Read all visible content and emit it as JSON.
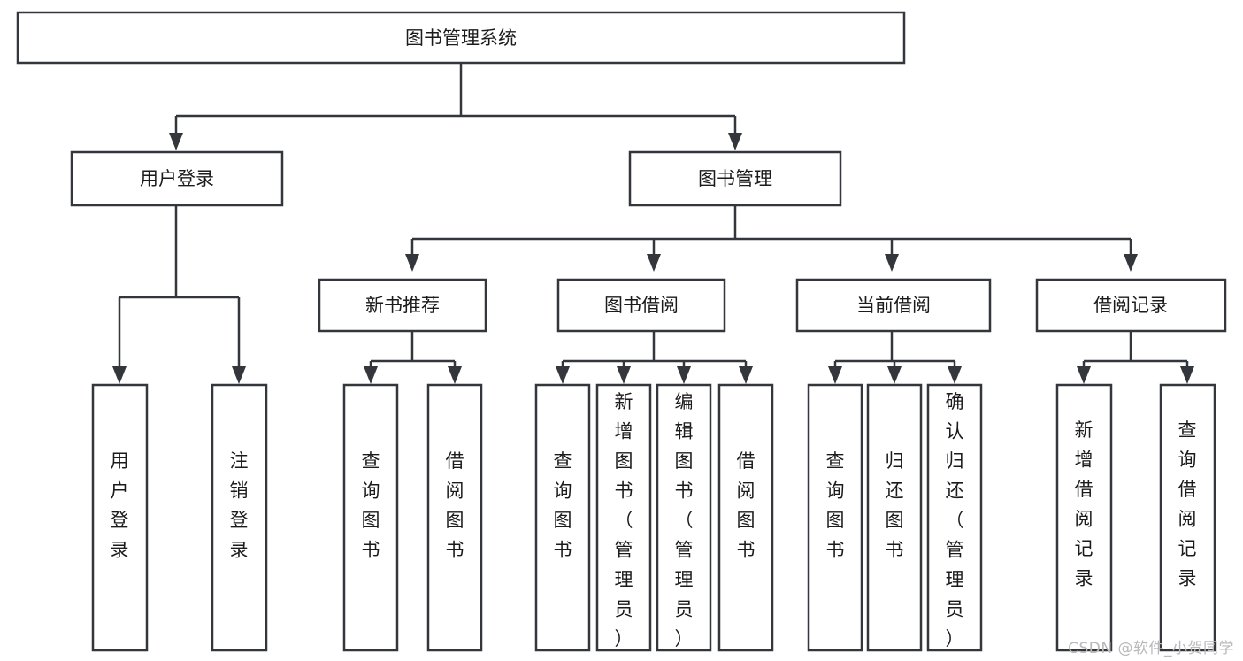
{
  "diagram": {
    "type": "tree-hierarchy",
    "title": "图书管理系统",
    "watermark": "CSDN @软件_小贺同学",
    "colors": {
      "box_stroke": "#33363b",
      "box_fill": "#ffffff",
      "text": "#1b1b1b",
      "connector": "#33363b",
      "background": "#ffffff",
      "watermark": "#b9b9b9"
    },
    "levels": {
      "root": "图书管理系统",
      "level2": [
        "用户登录",
        "图书管理"
      ],
      "level3": [
        "新书推荐",
        "图书借阅",
        "当前借阅",
        "借阅记录"
      ]
    },
    "nodes": {
      "root": {
        "label": "图书管理系统"
      },
      "user_login": {
        "label": "用户登录"
      },
      "book_mgmt": {
        "label": "图书管理"
      },
      "new_book_rec": {
        "label": "新书推荐"
      },
      "book_borrow": {
        "label": "图书借阅"
      },
      "current_borrow": {
        "label": "当前借阅"
      },
      "borrow_record": {
        "label": "借阅记录"
      },
      "leaf_user_login": {
        "label": "用户登录"
      },
      "leaf_logout": {
        "label": "注销登录"
      },
      "leaf_query_book_1": {
        "label": "查询图书"
      },
      "leaf_borrow_book_1": {
        "label": "借阅图书"
      },
      "leaf_query_book_2": {
        "label": "查询图书"
      },
      "leaf_add_book": {
        "label": "新增图书（管理员）"
      },
      "leaf_edit_book": {
        "label": "编辑图书（管理员）"
      },
      "leaf_borrow_book_2": {
        "label": "借阅图书"
      },
      "leaf_query_book_3": {
        "label": "查询图书"
      },
      "leaf_return_book": {
        "label": "归还图书"
      },
      "leaf_confirm_return": {
        "label": "确认归还（管理员）"
      },
      "leaf_add_record": {
        "label": "新增借阅记录"
      },
      "leaf_query_record": {
        "label": "查询借阅记录"
      }
    },
    "edges": [
      {
        "from": "图书管理系统",
        "to": "用户登录"
      },
      {
        "from": "图书管理系统",
        "to": "图书管理"
      },
      {
        "from": "用户登录",
        "to": "用户登录"
      },
      {
        "from": "用户登录",
        "to": "注销登录"
      },
      {
        "from": "图书管理",
        "to": "新书推荐"
      },
      {
        "from": "图书管理",
        "to": "图书借阅"
      },
      {
        "from": "图书管理",
        "to": "当前借阅"
      },
      {
        "from": "图书管理",
        "to": "借阅记录"
      },
      {
        "from": "新书推荐",
        "to": "查询图书"
      },
      {
        "from": "新书推荐",
        "to": "借阅图书"
      },
      {
        "from": "图书借阅",
        "to": "查询图书"
      },
      {
        "from": "图书借阅",
        "to": "新增图书（管理员）"
      },
      {
        "from": "图书借阅",
        "to": "编辑图书（管理员）"
      },
      {
        "from": "图书借阅",
        "to": "借阅图书"
      },
      {
        "from": "当前借阅",
        "to": "查询图书"
      },
      {
        "from": "当前借阅",
        "to": "归还图书"
      },
      {
        "from": "当前借阅",
        "to": "确认归还（管理员）"
      },
      {
        "from": "借阅记录",
        "to": "新增借阅记录"
      },
      {
        "from": "借阅记录",
        "to": "查询借阅记录"
      }
    ]
  }
}
